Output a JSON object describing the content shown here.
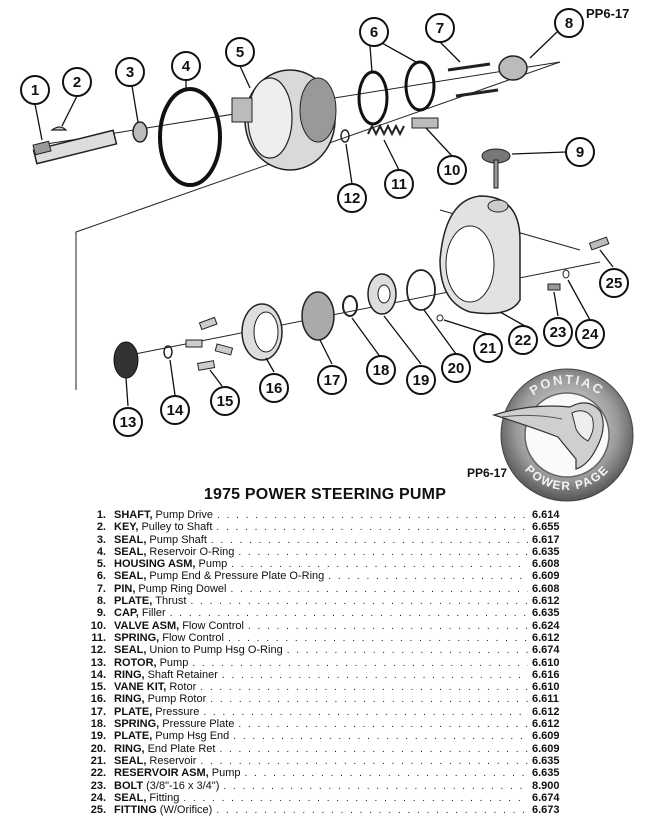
{
  "page_id_top": "PP6-17",
  "page_id_mid": "PP6-17",
  "emblem": {
    "ring_text_top": "PONTIAC",
    "ring_text_bottom": "POWER PAGE"
  },
  "title": "1975 POWER STEERING PUMP",
  "callouts": [
    "1",
    "2",
    "3",
    "4",
    "5",
    "6",
    "7",
    "8",
    "9",
    "10",
    "11",
    "12",
    "13",
    "14",
    "15",
    "16",
    "17",
    "18",
    "19",
    "20",
    "21",
    "22",
    "23",
    "24",
    "25"
  ],
  "parts": [
    {
      "num": "1.",
      "name": "SHAFT,",
      "desc": "Pump Drive",
      "group": "6.614"
    },
    {
      "num": "2.",
      "name": "KEY,",
      "desc": "Pulley to Shaft",
      "group": "6.655"
    },
    {
      "num": "3.",
      "name": "SEAL,",
      "desc": "Pump Shaft",
      "group": "6.617"
    },
    {
      "num": "4.",
      "name": "SEAL,",
      "desc": "Reservoir O-Ring",
      "group": "6.635"
    },
    {
      "num": "5.",
      "name": "HOUSING ASM,",
      "desc": "Pump",
      "group": "6.608"
    },
    {
      "num": "6.",
      "name": "SEAL,",
      "desc": "Pump End & Pressure Plate O-Ring",
      "group": "6.609"
    },
    {
      "num": "7.",
      "name": "PIN,",
      "desc": "Pump Ring Dowel",
      "group": "6.608"
    },
    {
      "num": "8.",
      "name": "PLATE,",
      "desc": "Thrust",
      "group": "6.612"
    },
    {
      "num": "9.",
      "name": "CAP,",
      "desc": "Filler",
      "group": "6.635"
    },
    {
      "num": "10.",
      "name": "VALVE ASM,",
      "desc": "Flow Control",
      "group": "6.624"
    },
    {
      "num": "11.",
      "name": "SPRING,",
      "desc": "Flow Control",
      "group": "6.612"
    },
    {
      "num": "12.",
      "name": "SEAL,",
      "desc": "Union to Pump Hsg O-Ring",
      "group": "6.674"
    },
    {
      "num": "13.",
      "name": "ROTOR,",
      "desc": "Pump",
      "group": "6.610"
    },
    {
      "num": "14.",
      "name": "RING,",
      "desc": "Shaft Retainer",
      "group": "6.616"
    },
    {
      "num": "15.",
      "name": "VANE KIT,",
      "desc": "Rotor",
      "group": "6.610"
    },
    {
      "num": "16.",
      "name": "RING,",
      "desc": "Pump Rotor",
      "group": "6.611"
    },
    {
      "num": "17.",
      "name": "PLATE,",
      "desc": "Pressure",
      "group": "6.612"
    },
    {
      "num": "18.",
      "name": "SPRING,",
      "desc": "Pressure Plate",
      "group": "6.612"
    },
    {
      "num": "19.",
      "name": "PLATE,",
      "desc": "Pump Hsg End",
      "group": "6.609"
    },
    {
      "num": "20.",
      "name": "RING,",
      "desc": "End Plate Ret",
      "group": "6.609"
    },
    {
      "num": "21.",
      "name": "SEAL,",
      "desc": "Reservoir",
      "group": "6.635"
    },
    {
      "num": "22.",
      "name": "RESERVOIR ASM,",
      "desc": "Pump",
      "group": "6.635"
    },
    {
      "num": "23.",
      "name": "BOLT",
      "desc": "(3/8\"-16 x 3/4\")",
      "group": "8.900"
    },
    {
      "num": "24.",
      "name": "SEAL,",
      "desc": "Fitting",
      "group": "6.674"
    },
    {
      "num": "25.",
      "name": "FITTING",
      "desc": "(W/Orifice)",
      "group": "6.673"
    }
  ]
}
